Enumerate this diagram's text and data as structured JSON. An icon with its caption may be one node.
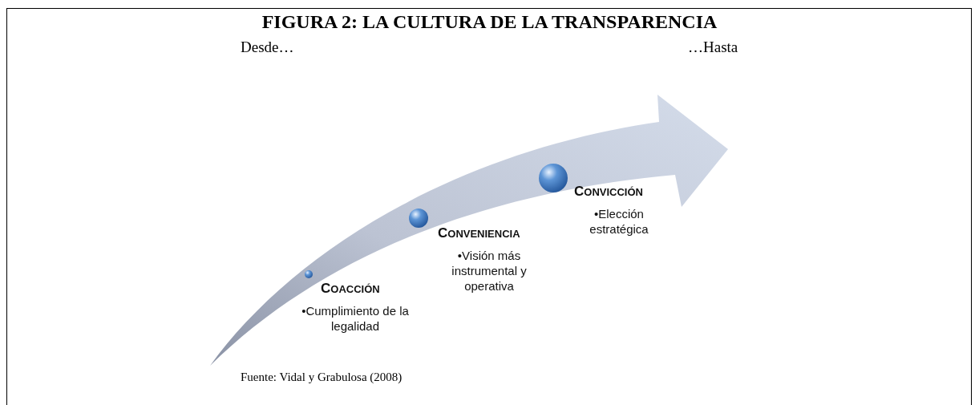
{
  "diagram": {
    "title": "FIGURA 2: LA CULTURA DE LA TRANSPARENCIA",
    "nodes": [
      {
        "text": [
          "COACCIÓN",
          "•Cumplimiento de la legalidad"
        ]
      },
      {
        "text": [
          "CONVENIENCIA",
          "•Visión más instrumental y operativa"
        ]
      },
      {
        "text": [
          "CONVICCIÓN",
          "•Elección estratégica"
        ]
      }
    ],
    "labels": [
      "Desde…",
      "…Hasta"
    ],
    "caption": "Fuente: Vidal y Grabulosa (2008)"
  }
}
